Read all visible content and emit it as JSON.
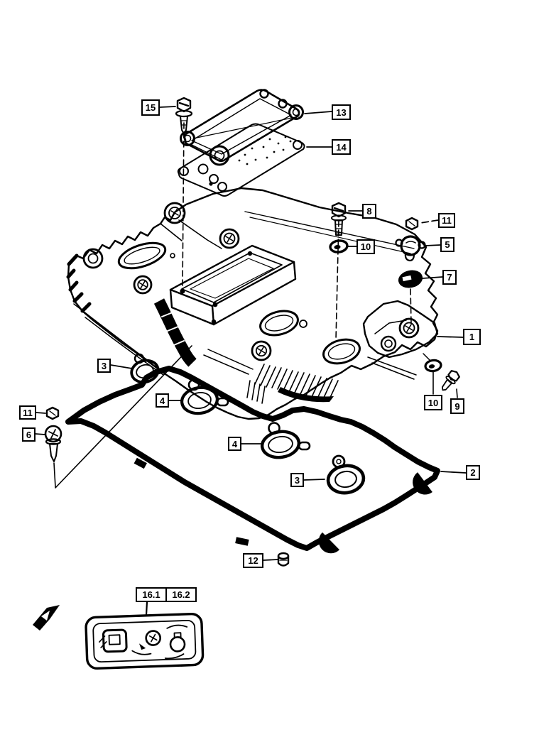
{
  "page": {
    "kind": "exploded-parts-line-diagram",
    "paper_color": "#ffffff",
    "ink_color": "#000000"
  },
  "callouts": [
    {
      "id": "15",
      "label": "15"
    },
    {
      "id": "13",
      "label": "13"
    },
    {
      "id": "14",
      "label": "14"
    },
    {
      "id": "8",
      "label": "8"
    },
    {
      "id": "11-right",
      "label": "11"
    },
    {
      "id": "5",
      "label": "5"
    },
    {
      "id": "10-top",
      "label": "10"
    },
    {
      "id": "7",
      "label": "7"
    },
    {
      "id": "1",
      "label": "1"
    },
    {
      "id": "10-right",
      "label": "10"
    },
    {
      "id": "9",
      "label": "9"
    },
    {
      "id": "3-left",
      "label": "3"
    },
    {
      "id": "11-left",
      "label": "11"
    },
    {
      "id": "6",
      "label": "6"
    },
    {
      "id": "4-left",
      "label": "4"
    },
    {
      "id": "4-mid",
      "label": "4"
    },
    {
      "id": "3-mid",
      "label": "3"
    },
    {
      "id": "2",
      "label": "2"
    },
    {
      "id": "12",
      "label": "12"
    },
    {
      "id": "16-1",
      "label": "16.1"
    },
    {
      "id": "16-2",
      "label": "16.2"
    }
  ]
}
